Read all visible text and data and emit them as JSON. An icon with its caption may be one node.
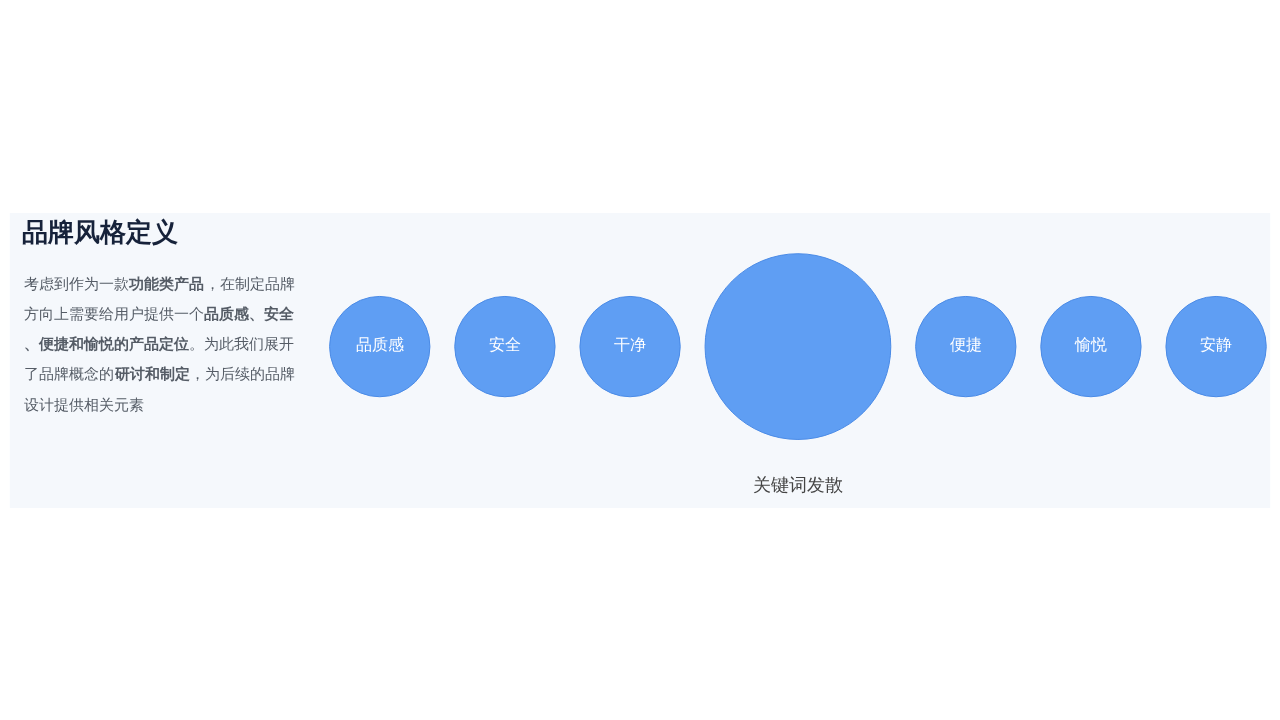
{
  "diagram": {
    "title": "品牌风格定义",
    "caption": "关键词发散",
    "nodes": [
      {
        "text": [
          "品质感"
        ]
      },
      {
        "text": [
          "安全"
        ]
      },
      {
        "text": [
          "干净"
        ]
      },
      {
        "text": [],
        "shape": "circle"
      },
      {
        "text": [
          "便捷"
        ]
      },
      {
        "text": [
          "愉悦"
        ]
      },
      {
        "text": [
          "安静"
        ]
      }
    ],
    "edges": [],
    "labels": [
      "考虑到作为一款**功能类产品**，在制定品牌方向上需要给用户提供一个**品质感、安全、便捷和愉悦的产品定位**。为此我们展开了品牌概念的**研讨和制定**，为后续的品牌设计提供相关元素"
    ]
  }
}
